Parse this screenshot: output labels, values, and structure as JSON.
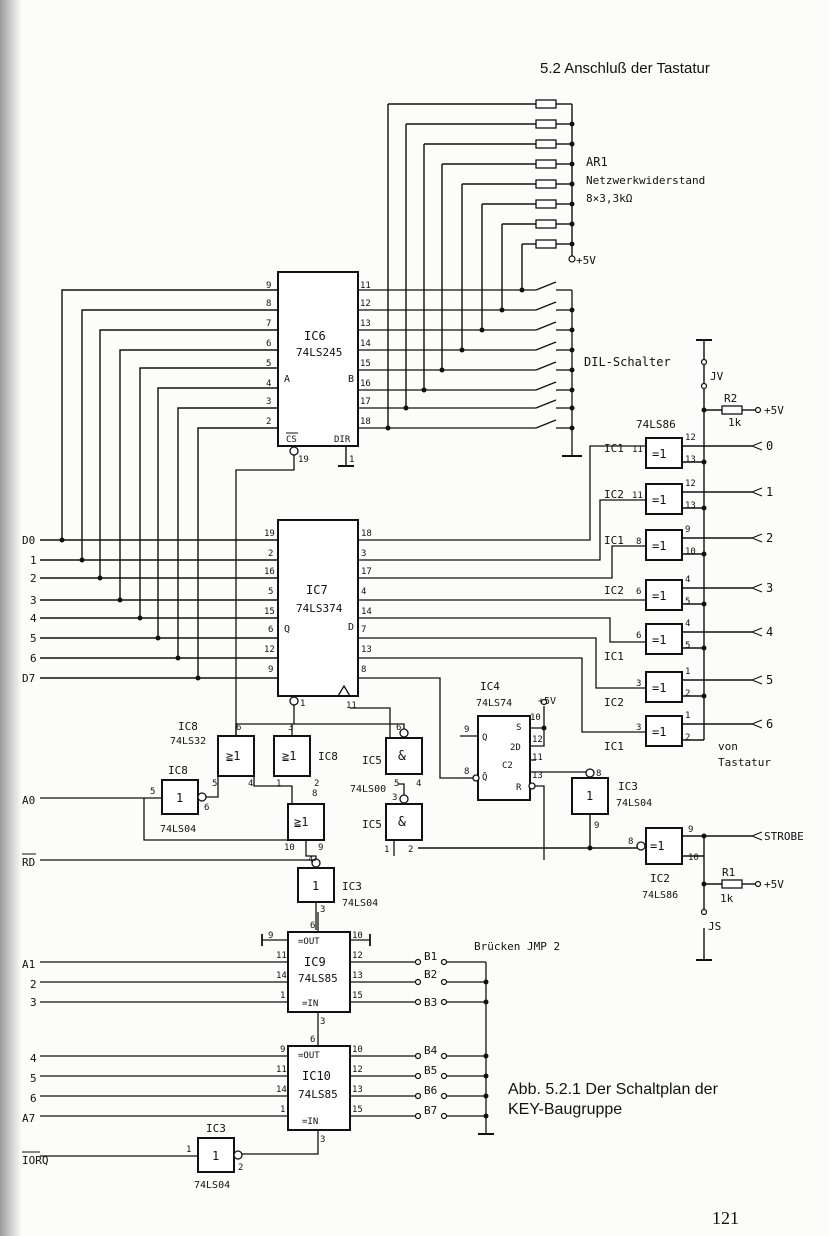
{
  "heading": "5.2  Anschluß der Tastatur",
  "caption_line1": "Abb. 5.2.1  Der Schaltplan der",
  "caption_line2": "KEY-Baugruppe",
  "page_number": "121",
  "chips": {
    "ic6": {
      "name": "IC6",
      "type": "74LS245",
      "pin_cs": "CS",
      "pin_dir": "DIR",
      "side_a": "A",
      "side_b": "B"
    },
    "ic7": {
      "name": "IC7",
      "type": "74LS374",
      "side_q": "Q",
      "side_d": "D"
    },
    "ic4": {
      "name": "IC4",
      "type": "74LS74",
      "pins": [
        "S",
        "Q",
        "2D",
        "C2",
        "Q̄",
        "R"
      ]
    },
    "ic9": {
      "name": "IC9",
      "type": "74LS85",
      "out": "=OUT",
      "in": "=IN"
    },
    "ic10": {
      "name": "IC10",
      "type": "74LS85",
      "out": "=OUT",
      "in": "=IN"
    }
  },
  "resistor_network": {
    "name": "AR1",
    "desc": "Netzwerkwiderstand",
    "value": "8×3,3kΩ",
    "supply": "+5V"
  },
  "dip_switch": "DIL-Schalter",
  "xor_type": "74LS86",
  "r2": {
    "name": "R2",
    "value": "1k",
    "supply": "+5V",
    "jumper": "JV"
  },
  "r1": {
    "name": "R1",
    "value": "1k",
    "supply": "+5V",
    "jumper": "JS"
  },
  "bridges": "Brücken JMP 2",
  "von_tastatur": [
    "von",
    "Tastatur"
  ],
  "strobe": "STROBE",
  "ic1_xor_label": "=1",
  "or_label": "≧1",
  "nand_label": "&",
  "inv_label": "1",
  "ic_labels": {
    "ic8": "IC8",
    "ic8_type": "74LS32",
    "ic8b": "IC8",
    "ic8c": "IC8",
    "ic8c_type": "74LS04",
    "ic5": "IC5",
    "ic5_type": "74LS00",
    "ic5b": "IC5",
    "ic3a": "IC3",
    "ic3a_type": "74LS04",
    "ic3b": "IC3",
    "ic3b_type": "74LS04",
    "ic3c": "IC3",
    "ic3c_type": "74LS04",
    "ic2": "IC2",
    "ic2_type": "74LS86",
    "ic4_vcc": "+5V"
  },
  "left_signals": [
    "D0",
    "1",
    "2",
    "3",
    "4",
    "5",
    "6",
    "D7",
    "A0",
    "RD",
    "A1",
    "2",
    "3",
    "4",
    "5",
    "6",
    "A7",
    "IORQ"
  ],
  "xor_gates": [
    {
      "ic": "IC1",
      "in_pin": "11",
      "p1": "12",
      "p2": "13",
      "out": "0"
    },
    {
      "ic": "IC2",
      "in_pin": "11",
      "p1": "12",
      "p2": "13",
      "out": "1"
    },
    {
      "ic": "IC1",
      "in_pin": "8",
      "p1": "9",
      "p2": "10",
      "out": "2"
    },
    {
      "ic": "IC2",
      "in_pin": "6",
      "p1": "4",
      "p2": "5",
      "out": "3"
    },
    {
      "ic": "IC1",
      "in_pin": "6",
      "p1": "4",
      "p2": "5",
      "out": "4"
    },
    {
      "ic": "IC2",
      "in_pin": "3",
      "p1": "1",
      "p2": "2",
      "out": "5"
    },
    {
      "ic": "IC1",
      "in_pin": "3",
      "p1": "1",
      "p2": "2",
      "out": "6"
    }
  ],
  "jumper_labels": [
    "B1",
    "B2",
    "B3",
    "B4",
    "B5",
    "B6",
    "B7"
  ],
  "ic6_left_pins": [
    "9",
    "8",
    "7",
    "6",
    "5",
    "4",
    "3",
    "2"
  ],
  "ic6_right_pins": [
    "11",
    "12",
    "13",
    "14",
    "15",
    "16",
    "17",
    "18"
  ],
  "ic7_left_pins": [
    "19",
    "2",
    "16",
    "5",
    "15",
    "6",
    "12",
    "9"
  ],
  "ic7_right_pins": [
    "18",
    "3",
    "17",
    "4",
    "14",
    "7",
    "13",
    "8"
  ]
}
